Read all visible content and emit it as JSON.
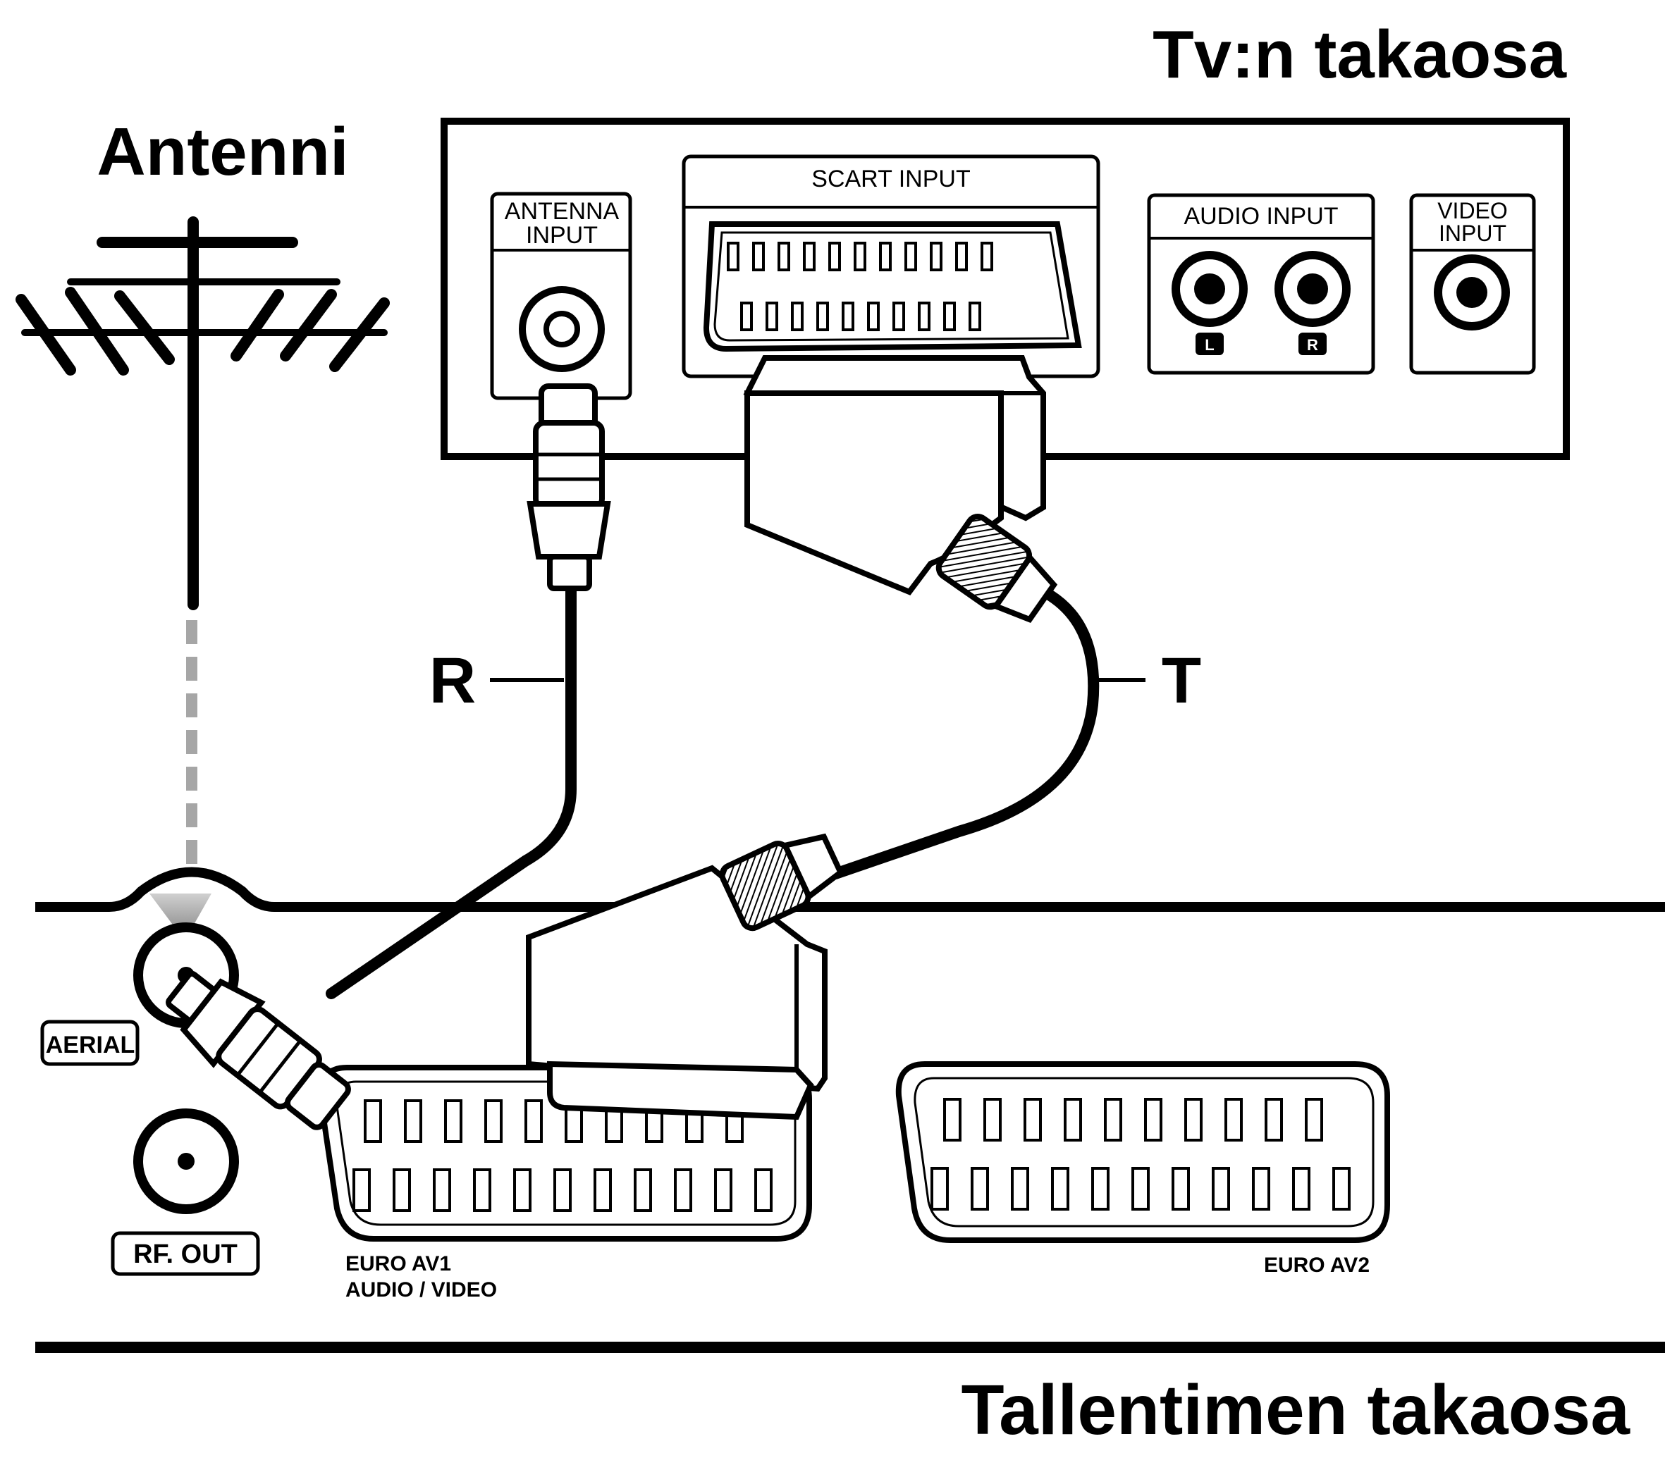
{
  "headings": {
    "tv_back": "Tv:n takaosa",
    "antenna": "Antenni",
    "recorder_back": "Tallentimen takaosa"
  },
  "tv_panel": {
    "antenna_input": [
      "ANTENNA",
      "INPUT"
    ],
    "scart_input": "SCART INPUT",
    "audio_input": "AUDIO INPUT",
    "audio_left": "L",
    "audio_right": "R",
    "video_input": [
      "VIDEO",
      "INPUT"
    ]
  },
  "recorder_panel": {
    "aerial": "AERIAL",
    "rf_out": "RF. OUT",
    "euro_av1": [
      "EURO AV1",
      "AUDIO / VIDEO"
    ],
    "euro_av2": "EURO AV2"
  },
  "cables": {
    "rf_cable": "R",
    "scart_cable": "T"
  },
  "colors": {
    "ink": "#000000",
    "paper": "#ffffff",
    "dashed_arrow": "#a6a6a6"
  }
}
